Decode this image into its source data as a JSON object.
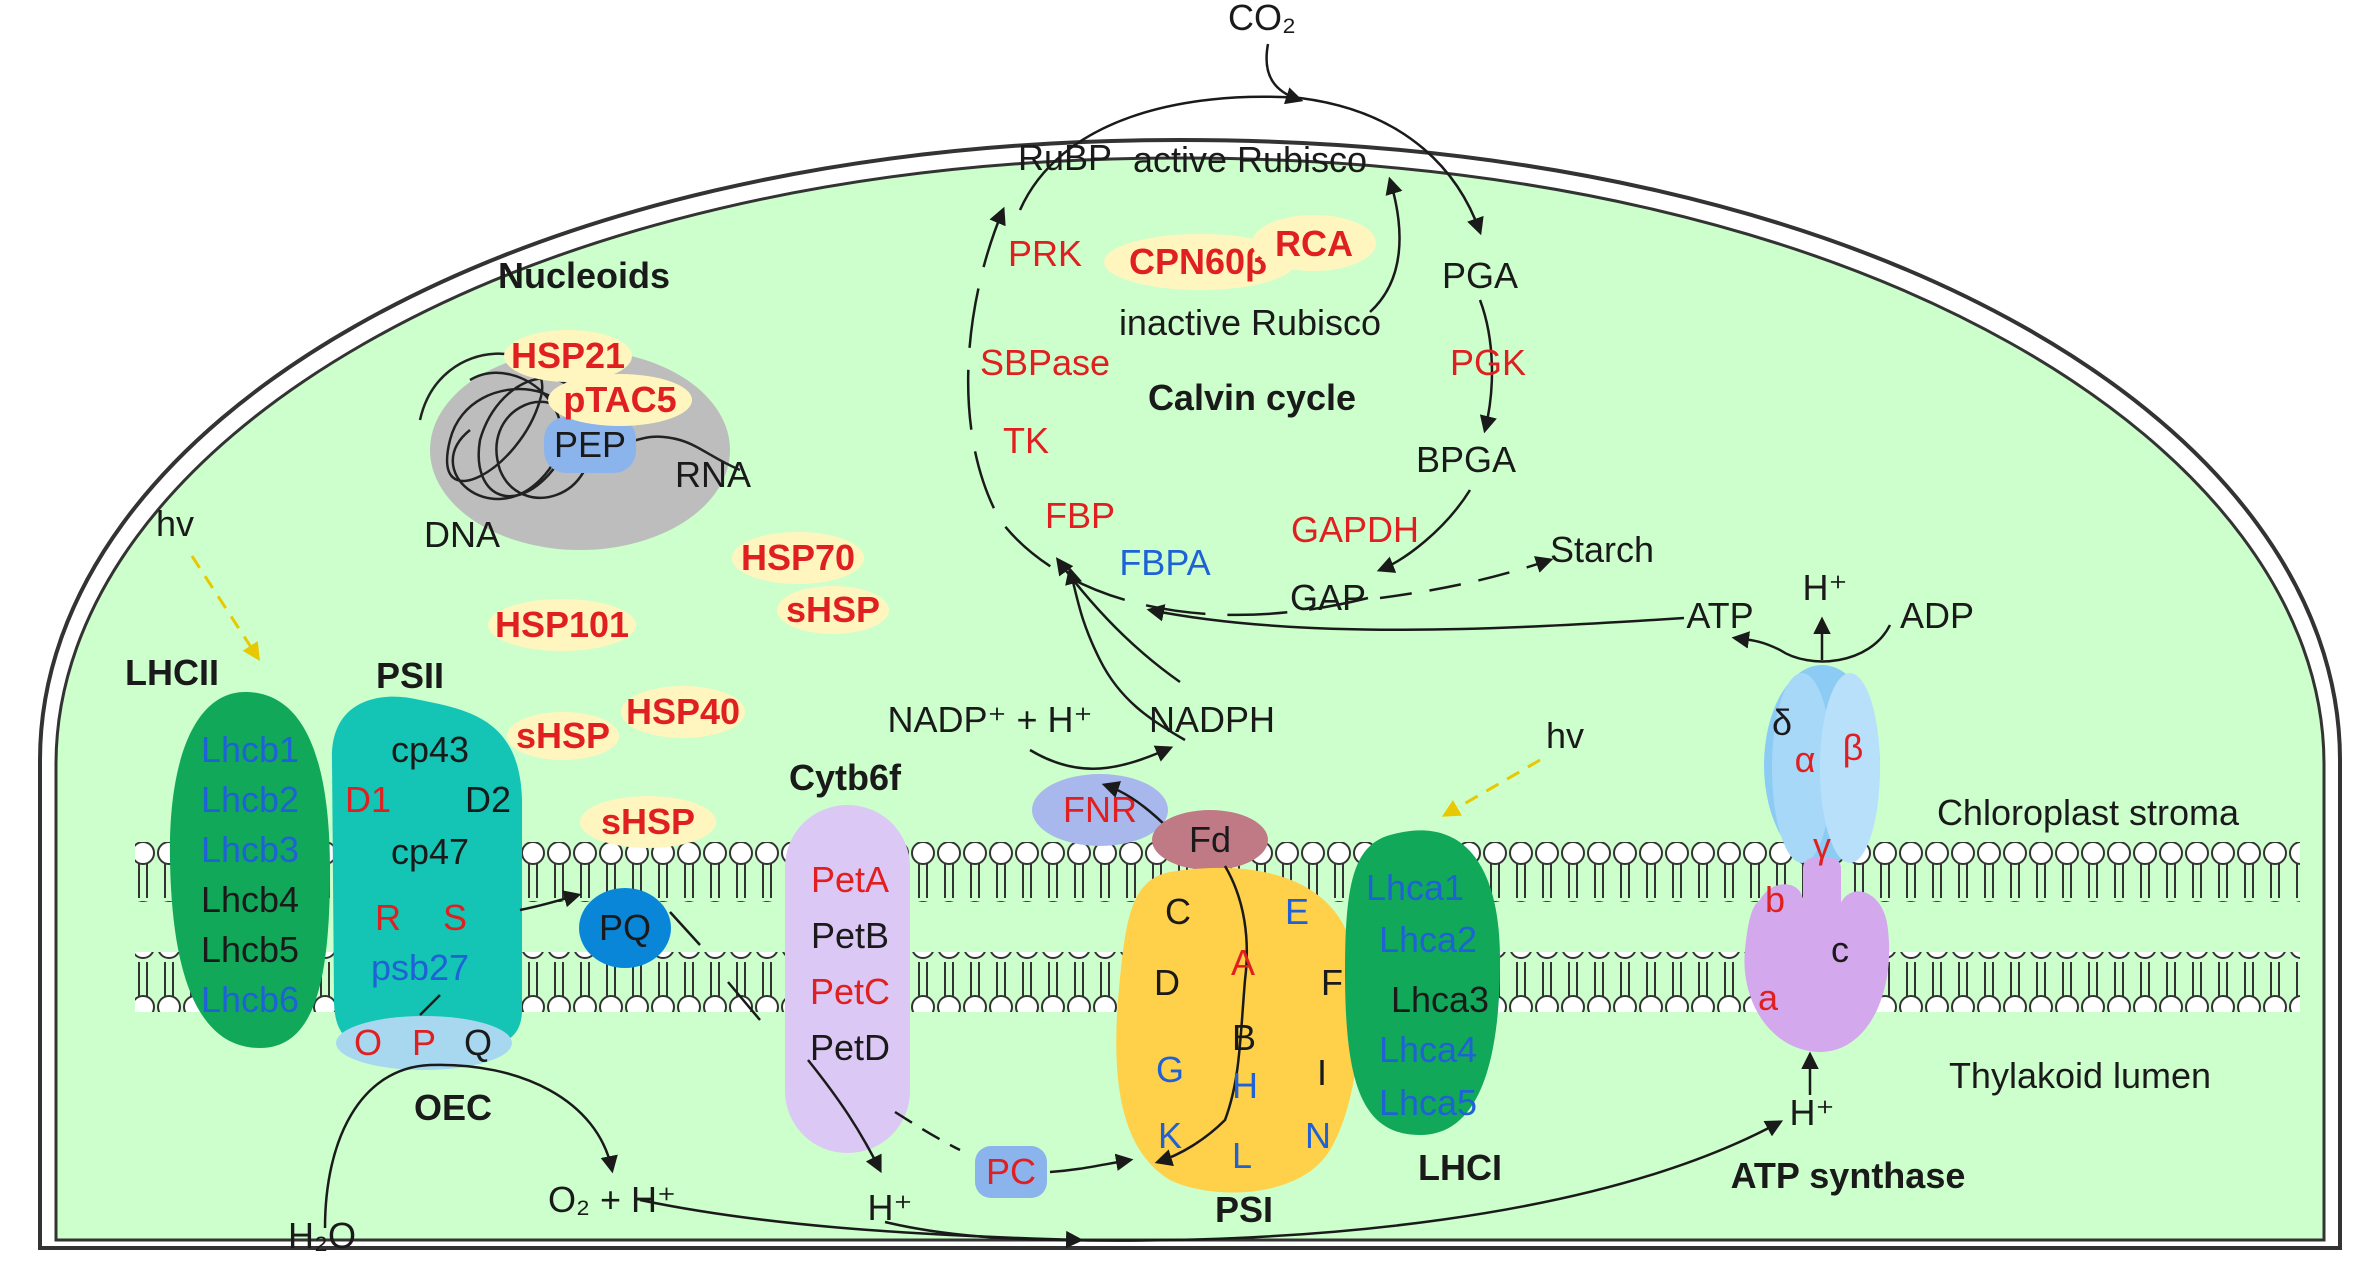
{
  "colors": {
    "stroma": "#ccffcc",
    "red": "#e02020",
    "blue": "#1f62d6",
    "black": "#1a1a1a",
    "lhc": "#12a85a",
    "psii": "#14c4b4",
    "oec": "#a8d8f0",
    "cytb6f": "#dcc8f4",
    "psi": "#ffd04a",
    "fd": "#c07a86",
    "fnr": "#a8b8ec",
    "pq": "#0a86d8",
    "pc": "#8cb4ec",
    "pep": "#8cb4ec",
    "nucleoid": "#bdbdbd",
    "hsp_bg": "#fff6bf",
    "atp_head": "#8cccf4",
    "atp_base": "#d4a8ec",
    "light_arrow": "#e8c800"
  },
  "labels": {
    "co2": "CO₂",
    "ribp": "RuBP",
    "active_rubisco": "active Rubisco",
    "inactive_rubisco": "inactive Rubisco",
    "pga": "PGA",
    "bpga": "BPGA",
    "gap": "GAP",
    "starch": "Starch",
    "calvin_cycle": "Calvin cycle",
    "nucleoids": "Nucleoids",
    "pep": "PEP",
    "rna": "RNA",
    "dna": "DNA",
    "hv": "hv",
    "lhcii": "LHCII",
    "psii": "PSII",
    "oec": "OEC",
    "cytb6f": "Cytb6f",
    "pq": "PQ",
    "pc": "PC",
    "fnr": "FNR",
    "fd": "Fd",
    "nadp": "NADP⁺ + H⁺",
    "nadph": "NADPH",
    "atp": "ATP",
    "adp": "ADP",
    "h_plus": "H⁺",
    "o2_h": "O₂ + H⁺",
    "h2o": "H₂O",
    "psi": "PSI",
    "lhci": "LHCI",
    "atp_synthase": "ATP synthase",
    "chloroplast_stroma": "Chloroplast stroma",
    "thylakoid_lumen": "Thylakoid lumen"
  },
  "calvin_enzymes": {
    "prk": "PRK",
    "sbpase": "SBPase",
    "tk": "TK",
    "fbp": "FBP",
    "fbpa": "FBPA",
    "gapdh": "GAPDH",
    "pgk": "PGK",
    "cpn60b": "CPN60β",
    "rca": "RCA"
  },
  "hsp": {
    "hsp21": "HSP21",
    "ptac5": "pTAC5",
    "hsp70": "HSP70",
    "shsp_1": "sHSP",
    "hsp101": "HSP101",
    "shsp_2": "sHSP",
    "hsp40": "HSP40",
    "shsp_3": "sHSP"
  },
  "lhcb": [
    "Lhcb1",
    "Lhcb2",
    "Lhcb3",
    "Lhcb4",
    "Lhcb5",
    "Lhcb6"
  ],
  "psii_subunits": {
    "cp43": "cp43",
    "d1": "D1",
    "d2": "D2",
    "cp47": "cp47",
    "r": "R",
    "s": "S",
    "psb27": "psb27"
  },
  "oec_subunits": [
    "O",
    "P",
    "Q"
  ],
  "cytb6f_subunits": [
    "PetA",
    "PetB",
    "PetC",
    "PetD"
  ],
  "psi_subunits": {
    "c": "C",
    "e": "E",
    "a": "A",
    "d": "D",
    "f": "F",
    "b": "B",
    "g": "G",
    "h": "H",
    "i": "I",
    "k": "K",
    "l": "L",
    "n": "N"
  },
  "lhca": [
    "Lhca1",
    "Lhca2",
    "Lhca3",
    "Lhca4",
    "Lhca5"
  ],
  "atp_subunits": {
    "delta": "δ",
    "alpha": "α",
    "beta": "β",
    "gamma": "γ",
    "b": "b",
    "a": "a",
    "c": "c"
  }
}
